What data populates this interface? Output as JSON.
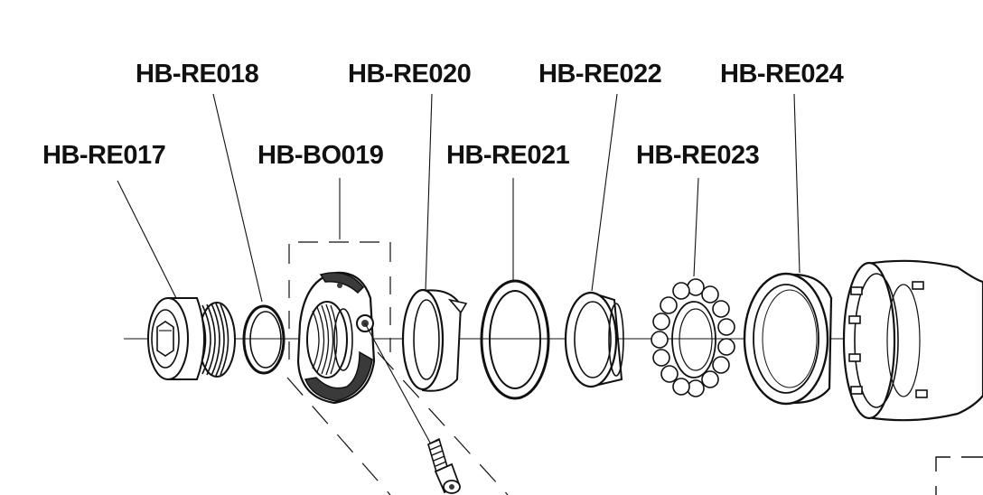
{
  "diagram": {
    "title": "Headset exploded view",
    "parts": [
      {
        "id": "p1",
        "code": "HB-RE017"
      },
      {
        "id": "p2",
        "code": "HB-RE018"
      },
      {
        "id": "p3",
        "code": "HB-BO019"
      },
      {
        "id": "p4",
        "code": "HB-RE020"
      },
      {
        "id": "p5",
        "code": "HB-RE021"
      },
      {
        "id": "p6",
        "code": "HB-RE022"
      },
      {
        "id": "p7",
        "code": "HB-RE023"
      },
      {
        "id": "p8",
        "code": "HB-RE024"
      }
    ]
  },
  "colors": {
    "ink": "#111111",
    "background": "#ffffff",
    "shade": "#3a3a3a"
  }
}
